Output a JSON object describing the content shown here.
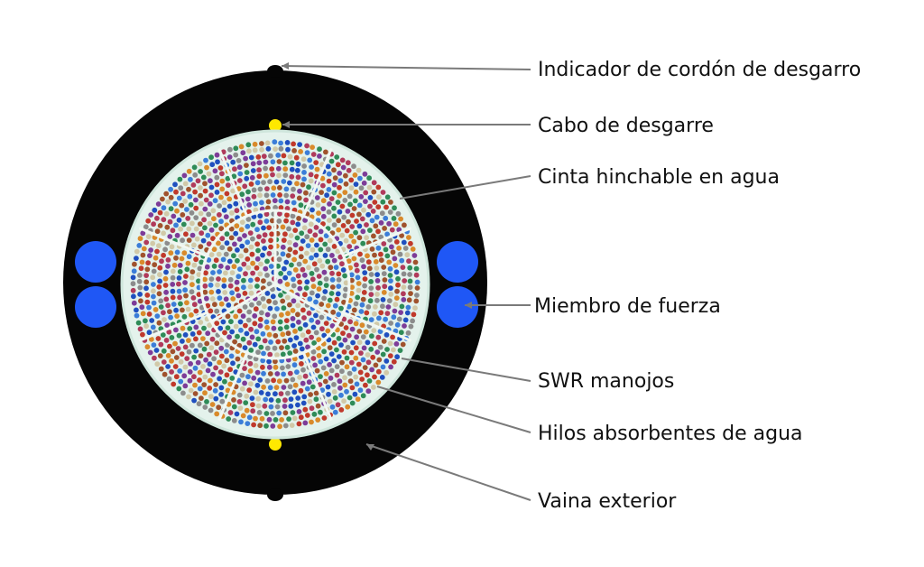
{
  "diagram": {
    "labels": {
      "rip_cord_indicator": "Indicador de cordón de desgarro",
      "rip_cord": "Cabo de desgarre",
      "water_swellable_tape": "Cinta hinchable en agua",
      "strength_member": "Miembro de fuerza",
      "swr_bundles": "SWR manojos",
      "water_blocking_yarns": "Hilos absorbentes de agua",
      "outer_sheath": "Vaina exterior"
    },
    "colors": {
      "sheath": "#050505",
      "strength_member": "#1f57f5",
      "rip_cord": "#ffe800",
      "tape": "#e4f2ec",
      "leader": "#7a7a7a",
      "fiber_palette": [
        "#c0392b",
        "#1f4fbf",
        "#2e8b57",
        "#d98a2b",
        "#7d3c98",
        "#8c8c8c",
        "#d1c9a8",
        "#b03a5b",
        "#3b7dd8",
        "#a0522d"
      ]
    }
  }
}
